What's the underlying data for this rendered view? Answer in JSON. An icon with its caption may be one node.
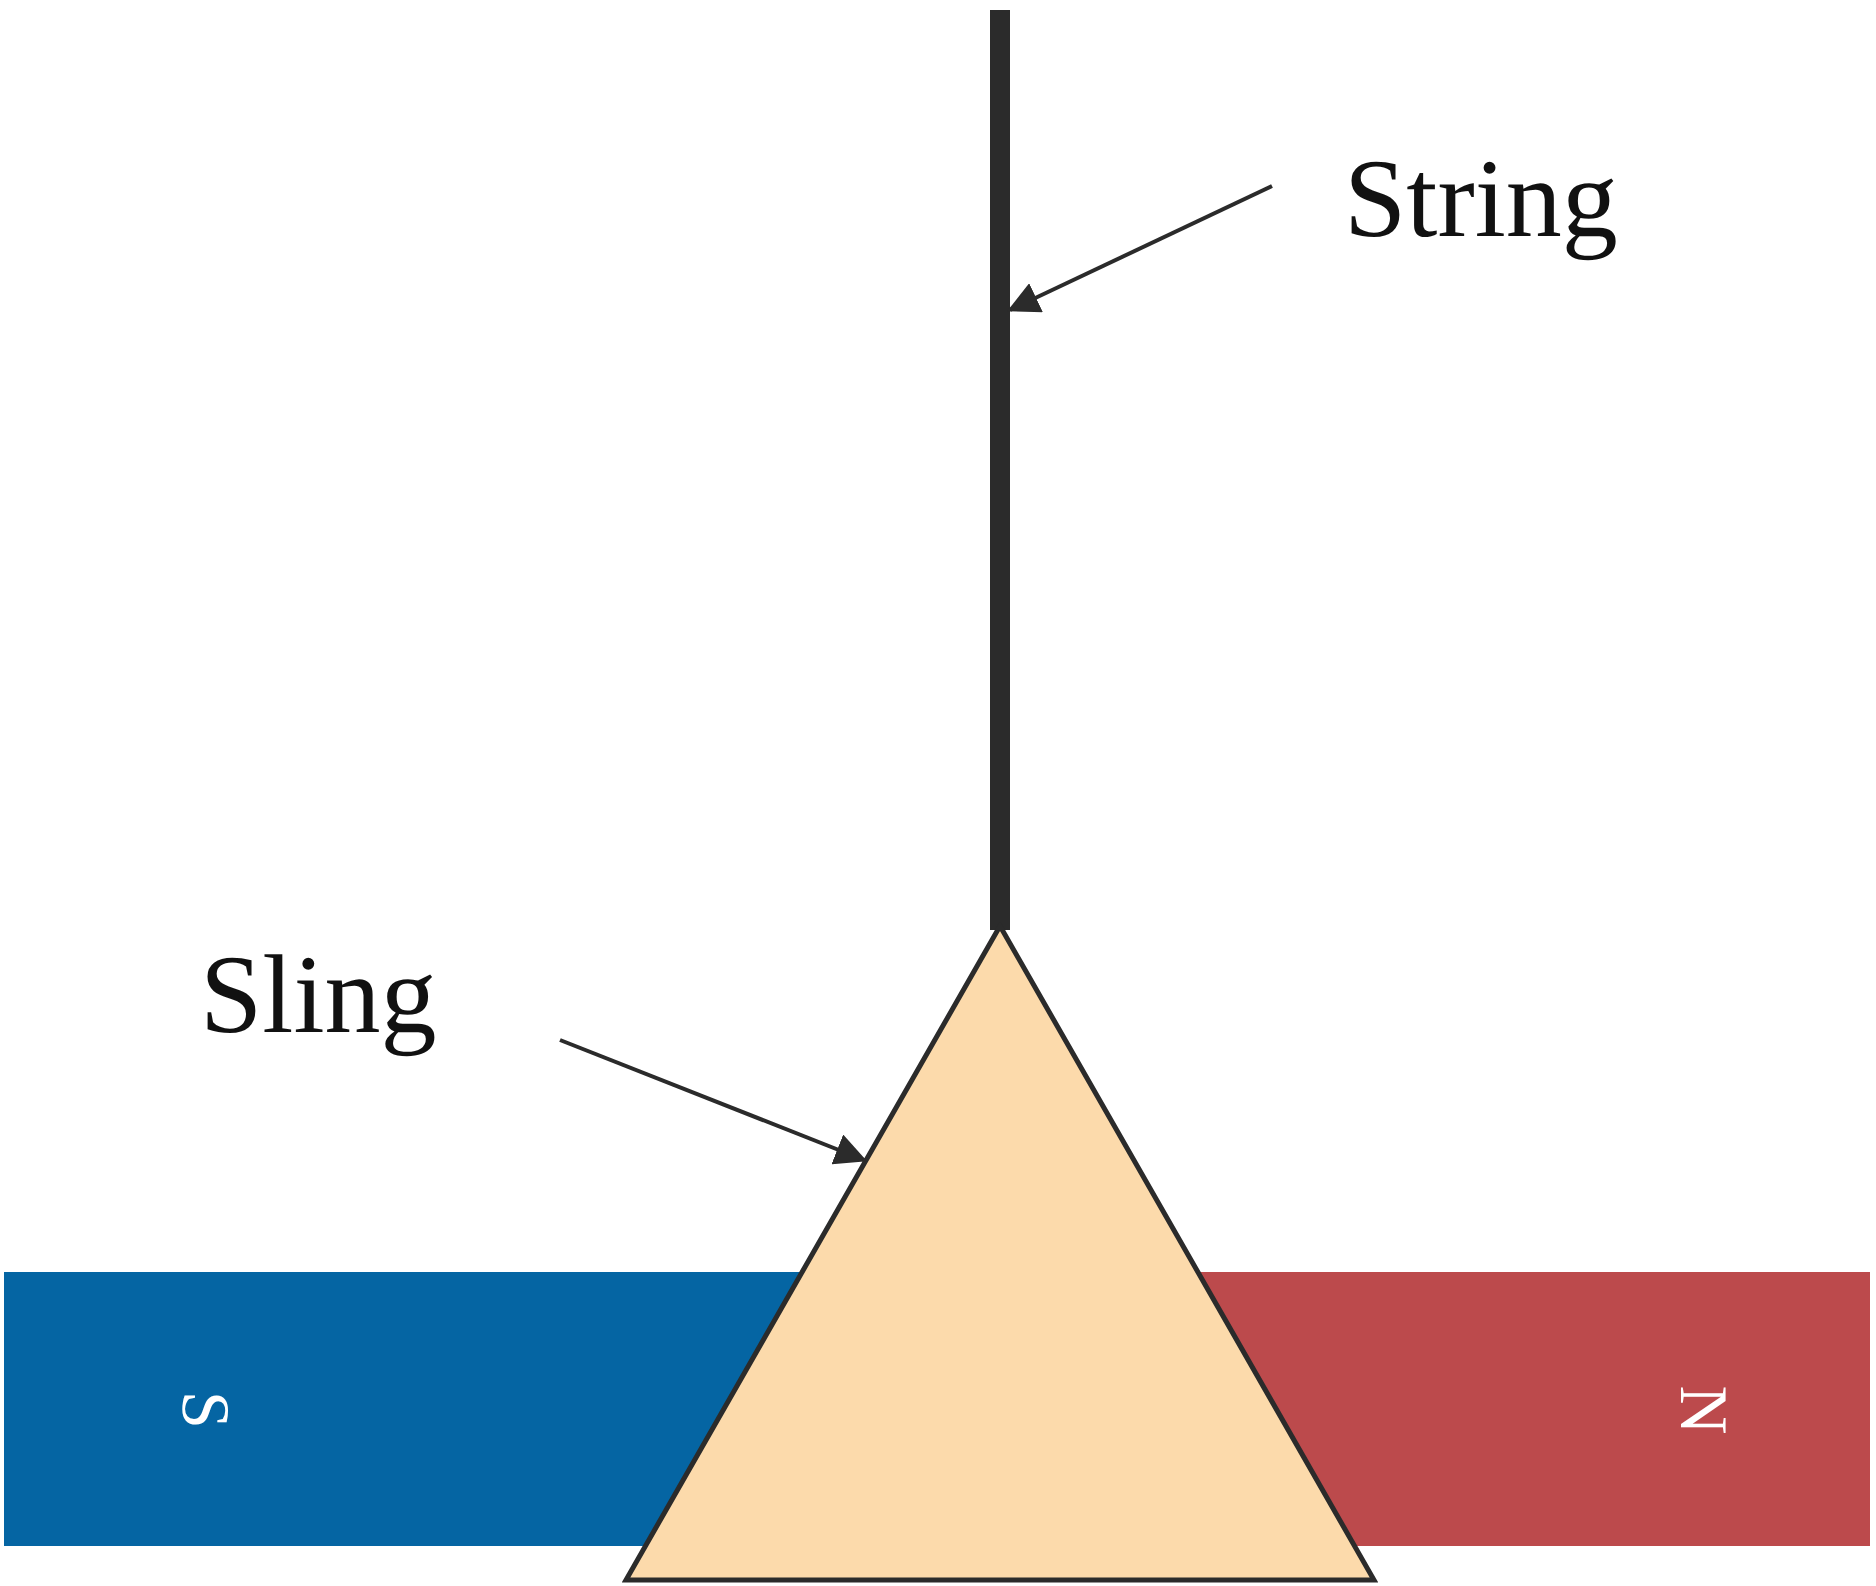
{
  "diagram": {
    "nodes": [
      {
        "text": [
          "String"
        ]
      },
      {
        "text": [],
        "shape": "bar"
      },
      {
        "text": [
          "Sling"
        ]
      },
      {
        "text": [],
        "shape": "triangle"
      },
      {
        "text": [
          "S"
        ]
      },
      {
        "text": [
          "N"
        ]
      }
    ],
    "edges": [
      {
        "from": 0,
        "to": 1,
        "arrow": "to"
      },
      {
        "from": 2,
        "to": 3,
        "arrow": "to"
      }
    ]
  }
}
